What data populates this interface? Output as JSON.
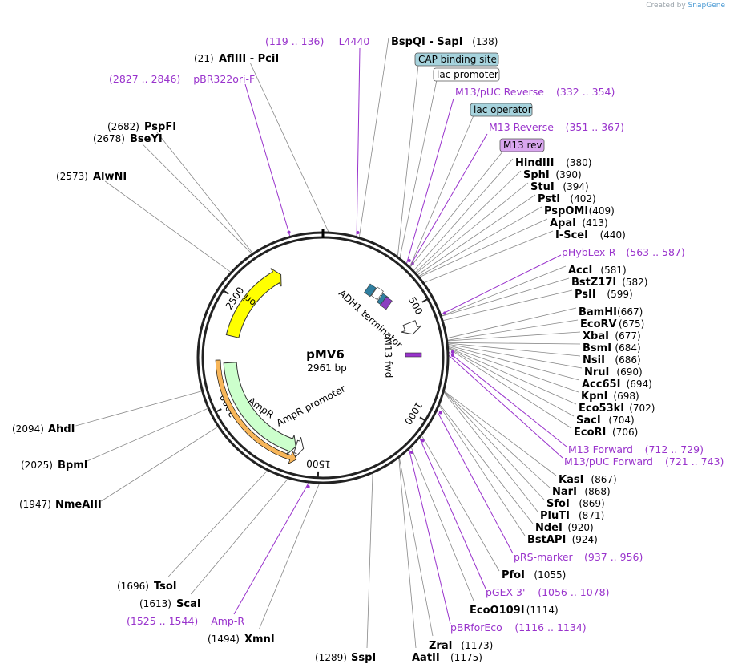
{
  "credit": {
    "prefix": "Created by",
    "brand": "SnapGene"
  },
  "plasmid": {
    "name": "pMV6",
    "length": "2961 bp",
    "total_bp": 2961
  },
  "ticks": [
    {
      "label": "500",
      "bp": 500
    },
    {
      "label": "1000",
      "bp": 1000
    },
    {
      "label": "1500",
      "bp": 1500
    },
    {
      "label": "2000",
      "bp": 2000
    },
    {
      "label": "2500",
      "bp": 2500
    }
  ],
  "features": [
    {
      "name": "ori",
      "type": "rep_origin",
      "color": "#ffff00",
      "start": 2330,
      "end": 2740
    },
    {
      "name": "AmpR",
      "type": "cds",
      "color": "#ccffcc",
      "start": 1620,
      "end": 2195,
      "reverse": true
    },
    {
      "name": "AmpR promoter",
      "type": "promoter",
      "color": "#ffffff",
      "start": 1580,
      "end": 1620,
      "reverse": true
    },
    {
      "name": "ADH1 terminator",
      "type": "terminator",
      "color": "#ffffff",
      "start": 560,
      "end": 620
    },
    {
      "name": "M13 fwd",
      "type": "primer_bind",
      "color": "#9933cc",
      "start": 712,
      "end": 729
    }
  ],
  "enzymes_right": [
    {
      "name": "BspQI - SapI",
      "pos": "(138)"
    },
    {
      "name": "HindIII",
      "pos": "(380)"
    },
    {
      "name": "SphI",
      "pos": "(390)"
    },
    {
      "name": "StuI",
      "pos": "(394)"
    },
    {
      "name": "PstI",
      "pos": "(402)"
    },
    {
      "name": "PspOMI",
      "pos": "(409)"
    },
    {
      "name": "ApaI",
      "pos": "(413)"
    },
    {
      "name": "I-SceI",
      "pos": "(440)"
    },
    {
      "name": "AccI",
      "pos": "(581)"
    },
    {
      "name": "BstZ17I",
      "pos": "(582)"
    },
    {
      "name": "PsII",
      "pos": "(599)"
    },
    {
      "name": "BamHI",
      "pos": "(667)"
    },
    {
      "name": "EcoRV",
      "pos": "(675)"
    },
    {
      "name": "XbaI",
      "pos": "(677)"
    },
    {
      "name": "BsmI",
      "pos": "(684)"
    },
    {
      "name": "NsiI",
      "pos": "(686)"
    },
    {
      "name": "NruI",
      "pos": "(690)"
    },
    {
      "name": "Acc65I",
      "pos": "(694)"
    },
    {
      "name": "KpnI",
      "pos": "(698)"
    },
    {
      "name": "Eco53kI",
      "pos": "(702)"
    },
    {
      "name": "SacI",
      "pos": "(704)"
    },
    {
      "name": "EcoRI",
      "pos": "(706)"
    },
    {
      "name": "KasI",
      "pos": "(867)"
    },
    {
      "name": "NarI",
      "pos": "(868)"
    },
    {
      "name": "SfoI",
      "pos": "(869)"
    },
    {
      "name": "PluTI",
      "pos": "(871)"
    },
    {
      "name": "NdeI",
      "pos": "(920)"
    },
    {
      "name": "BstAPI",
      "pos": "(924)"
    },
    {
      "name": "PfoI",
      "pos": "(1055)"
    },
    {
      "name": "EcoO109I",
      "pos": "(1114)"
    },
    {
      "name": "ZraI",
      "pos": "(1173)"
    },
    {
      "name": "AatII",
      "pos": "(1175)"
    },
    {
      "name": "SspI",
      "pos": "(1289)"
    }
  ],
  "enzymes_left": [
    {
      "name": "AflIII - PciI",
      "pos": "(21)"
    },
    {
      "name": "PspFI",
      "pos": "(2682)"
    },
    {
      "name": "BseYI",
      "pos": "(2678)"
    },
    {
      "name": "AlwNI",
      "pos": "(2573)"
    },
    {
      "name": "AhdI",
      "pos": "(2094)"
    },
    {
      "name": "BpmI",
      "pos": "(2025)"
    },
    {
      "name": "NmeAIII",
      "pos": "(1947)"
    },
    {
      "name": "TsoI",
      "pos": "(1696)"
    },
    {
      "name": "ScaI",
      "pos": "(1613)"
    },
    {
      "name": "XmnI",
      "pos": "(1494)"
    }
  ],
  "primers": [
    {
      "name": "L4440",
      "range": "(119 .. 136)"
    },
    {
      "name": "pBR322ori-F",
      "range": "(2827 .. 2846)"
    },
    {
      "name": "M13/pUC Reverse",
      "range": "(332 .. 354)"
    },
    {
      "name": "M13 Reverse",
      "range": "(351 .. 367)"
    },
    {
      "name": "M13 rev",
      "range": ""
    },
    {
      "name": "pHybLex-R",
      "range": "(563 .. 587)"
    },
    {
      "name": "M13 Forward",
      "range": "(712 .. 729)"
    },
    {
      "name": "M13/pUC Forward",
      "range": "(721 .. 743)"
    },
    {
      "name": "pRS-marker",
      "range": "(937 .. 956)"
    },
    {
      "name": "pGEX 3'",
      "range": "(1056 .. 1078)"
    },
    {
      "name": "pBRforEco",
      "range": "(1116 .. 1134)"
    },
    {
      "name": "Amp-R",
      "range": "(1525 .. 1544)"
    }
  ],
  "boxed_features": [
    {
      "name": "CAP binding site",
      "fill": "#a6d3dd"
    },
    {
      "name": "lac promoter",
      "fill": "#ffffff"
    },
    {
      "name": "lac operator",
      "fill": "#a6d3dd"
    },
    {
      "name": "M13 rev",
      "fill": "#d9a6ef"
    }
  ]
}
